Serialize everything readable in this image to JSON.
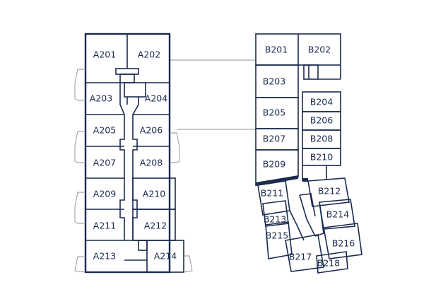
{
  "building_a": {
    "units": [
      {
        "id": "a201",
        "label": "A201"
      },
      {
        "id": "a202",
        "label": "A202"
      },
      {
        "id": "a203",
        "label": "A203"
      },
      {
        "id": "a204",
        "label": "A204"
      },
      {
        "id": "a205",
        "label": "A205"
      },
      {
        "id": "a206",
        "label": "A206"
      },
      {
        "id": "a207",
        "label": "A207"
      },
      {
        "id": "a208",
        "label": "A208"
      },
      {
        "id": "a209",
        "label": "A209"
      },
      {
        "id": "a210",
        "label": "A210"
      },
      {
        "id": "a211",
        "label": "A211"
      },
      {
        "id": "a212",
        "label": "A212"
      },
      {
        "id": "a213",
        "label": "A213"
      },
      {
        "id": "a214",
        "label": "A214"
      }
    ]
  },
  "building_b": {
    "units": [
      {
        "id": "b201",
        "label": "B201"
      },
      {
        "id": "b202",
        "label": "B202"
      },
      {
        "id": "b203",
        "label": "B203"
      },
      {
        "id": "b204",
        "label": "B204"
      },
      {
        "id": "b205",
        "label": "B205"
      },
      {
        "id": "b206",
        "label": "B206"
      },
      {
        "id": "b207",
        "label": "B207"
      },
      {
        "id": "b208",
        "label": "B208"
      },
      {
        "id": "b209",
        "label": "B209"
      },
      {
        "id": "b210",
        "label": "B210"
      },
      {
        "id": "b211",
        "label": "B211"
      },
      {
        "id": "b212",
        "label": "B212"
      },
      {
        "id": "b213",
        "label": "B213"
      },
      {
        "id": "b214",
        "label": "B214"
      },
      {
        "id": "b215",
        "label": "B215"
      },
      {
        "id": "b216",
        "label": "B216"
      },
      {
        "id": "b217",
        "label": "B217"
      },
      {
        "id": "b218",
        "label": "B218"
      }
    ]
  },
  "colors": {
    "wall": "#1b2a4e",
    "connector": "#8a8f9a",
    "background": "#ffffff"
  }
}
